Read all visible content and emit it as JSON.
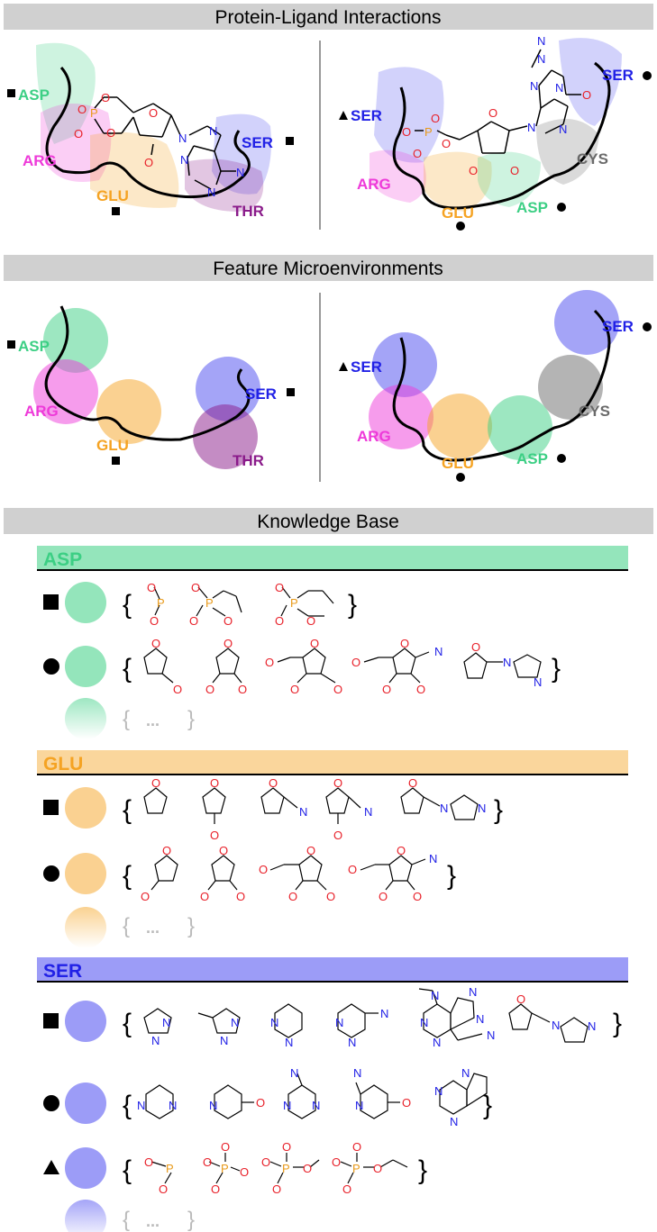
{
  "colors": {
    "asp": "#3ccf84",
    "arg": "#ee3ad9",
    "glu": "#f5a323",
    "ser": "#2121e6",
    "thr": "#8a1a8a",
    "cys": "#6a6a6a",
    "oxygen": "#e8212a",
    "nitrogen": "#2121e6",
    "phosphorus": "#e89a1a",
    "bar_gray": "#d0d0d0"
  },
  "sections": {
    "interactions_title": "Protein-Ligand Interactions",
    "microenv_title": "Feature Microenvironments",
    "kb_title": "Knowledge Base"
  },
  "residues": {
    "asp": "ASP",
    "arg": "ARG",
    "glu": "GLU",
    "ser": "SER",
    "thr": "THR",
    "cys": "CYS"
  },
  "atoms": {
    "o": "O",
    "n": "N",
    "p": "P"
  },
  "kb": {
    "asp_label": "ASP",
    "glu_label": "GLU",
    "ser_label": "SER",
    "ellipsis": "..."
  },
  "marker_icons": [
    "square-marker-icon",
    "circle-marker-icon",
    "triangle-marker-icon"
  ]
}
